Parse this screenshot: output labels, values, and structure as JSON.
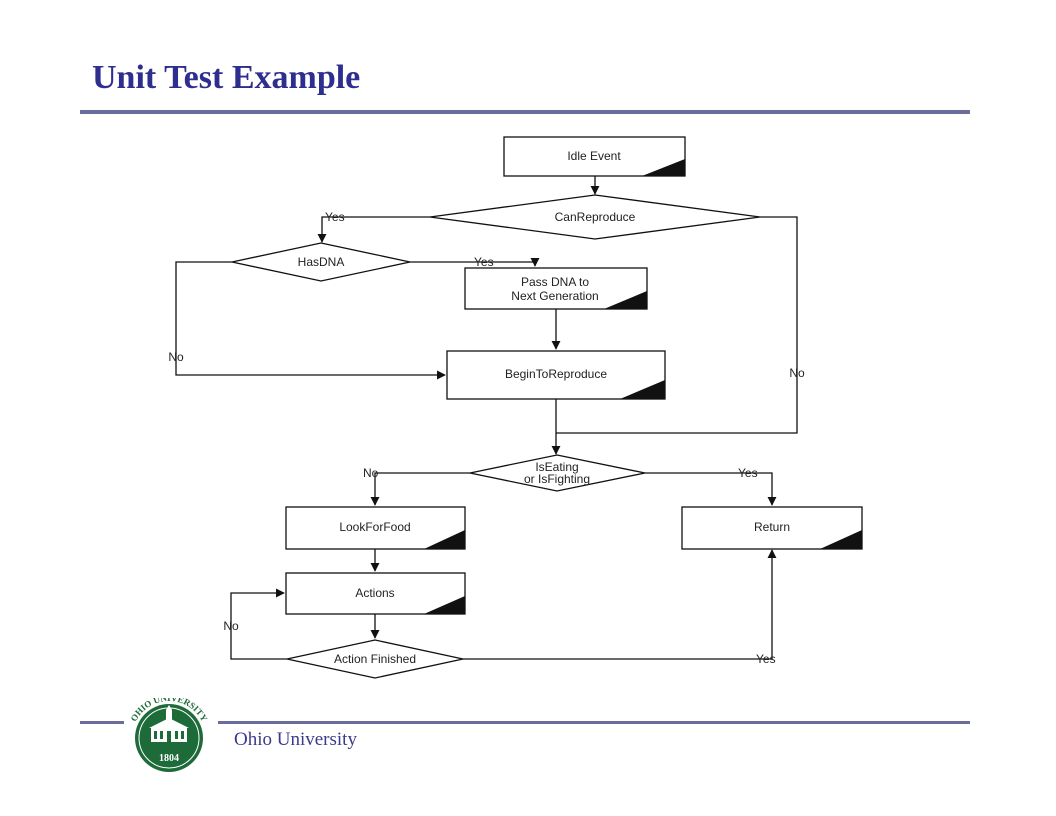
{
  "slide": {
    "title": "Unit Test Example",
    "footer": "Ohio University"
  },
  "logo": {
    "arc_text": "OHIO UNIVERSITY",
    "year": "1804",
    "color": "#1e6b3a"
  },
  "flowchart": {
    "nodes": {
      "idle_event": "Idle Event",
      "can_reproduce": "CanReproduce",
      "has_dna": "HasDNA",
      "pass_dna_line1": "Pass DNA to",
      "pass_dna_line2": "Next Generation",
      "begin_to_reproduce": "BeginToReproduce",
      "is_eating_line1": "IsEating",
      "is_eating_line2": "or IsFighting",
      "look_for_food": "LookForFood",
      "return": "Return",
      "actions": "Actions",
      "action_finished": "Action Finished"
    },
    "edges": {
      "can_reproduce_yes": "Yes",
      "can_reproduce_no": "No",
      "has_dna_yes": "Yes",
      "has_dna_no": "No",
      "is_eating_no": "No",
      "is_eating_yes": "Yes",
      "action_finished_no": "No",
      "action_finished_yes": "Yes"
    }
  }
}
